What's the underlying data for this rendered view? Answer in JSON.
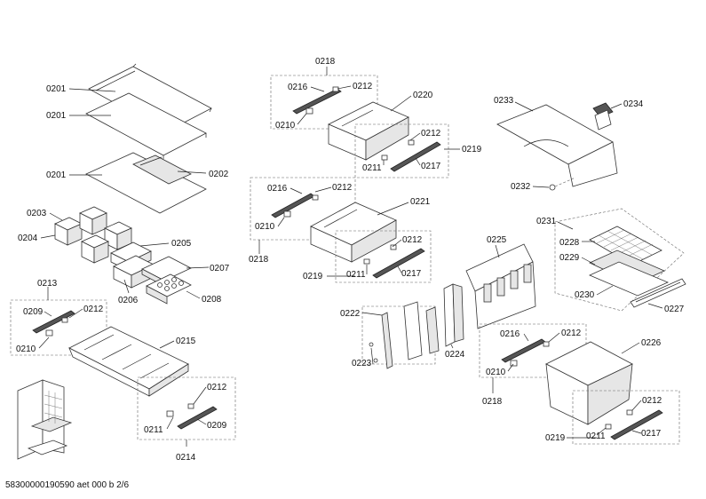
{
  "labels": {
    "l01": "0201",
    "l02": "0201",
    "l03": "0201",
    "l04": "0202",
    "l05": "0203",
    "l06": "0204",
    "l07": "0205",
    "l08": "0207",
    "l09": "0206",
    "l10": "0208",
    "l11": "0213",
    "l12": "0209",
    "l13": "0212",
    "l14": "0210",
    "l15": "0215",
    "l16": "0212",
    "l17": "0211",
    "l18": "0209",
    "l19": "0214",
    "l20": "0218",
    "l21": "0216",
    "l22": "0212",
    "l23": "0210",
    "l24": "0220",
    "l25": "0212",
    "l26": "0211",
    "l27": "0217",
    "l28": "0219",
    "l29": "0216",
    "l30": "0212",
    "l31": "0210",
    "l32": "0221",
    "l33": "0218",
    "l34": "0212",
    "l35": "0219",
    "l36": "0211",
    "l37": "0217",
    "l38": "0225",
    "l39": "0222",
    "l40": "0223",
    "l41": "0224",
    "l42": "0233",
    "l43": "0234",
    "l44": "0232",
    "l45": "0231",
    "l46": "0228",
    "l47": "0229",
    "l48": "0230",
    "l49": "0227",
    "l50": "0216",
    "l51": "0212",
    "l52": "0210",
    "l53": "0226",
    "l54": "0218",
    "l55": "0212",
    "l56": "0219",
    "l57": "0211",
    "l58": "0217"
  },
  "footer": "58300000190590 aet 000 b 2/6"
}
